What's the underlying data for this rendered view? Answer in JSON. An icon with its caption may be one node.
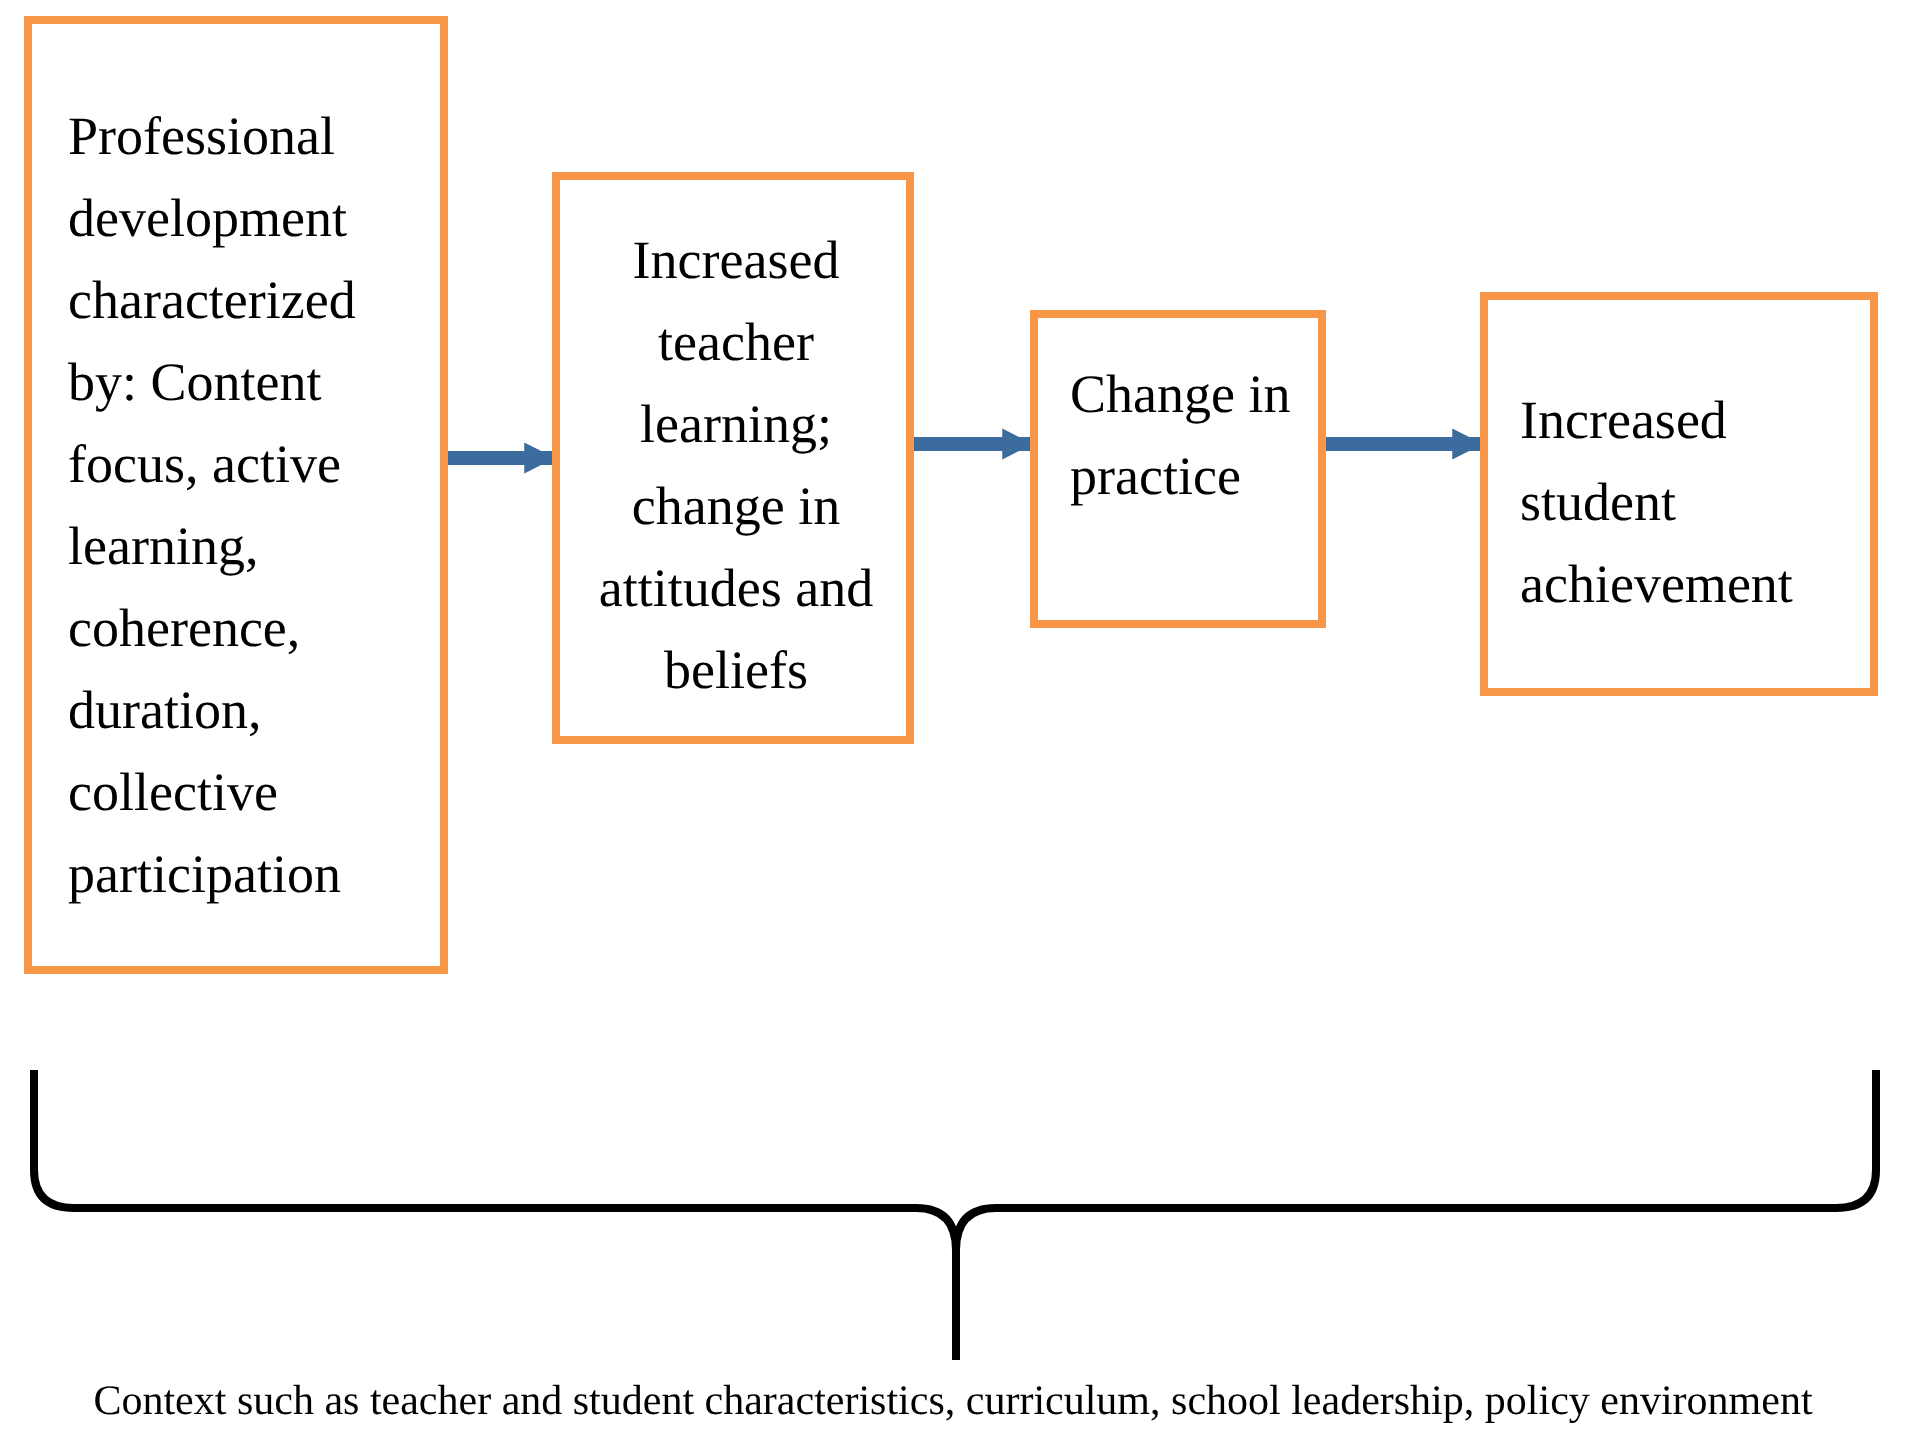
{
  "diagram": {
    "nodes": [
      {
        "text": [
          "Professional development characterized by: Content focus, active learning, coherence, duration, collective participation"
        ]
      },
      {
        "text": [
          "Increased teacher learning; change in attitudes and beliefs"
        ]
      },
      {
        "text": [
          "Change in practice"
        ]
      },
      {
        "text": [
          "Increased student achievement"
        ]
      }
    ],
    "edges": [
      {
        "from": 0,
        "to": 1,
        "arrow": "to"
      },
      {
        "from": 1,
        "to": 2,
        "arrow": "to"
      },
      {
        "from": 2,
        "to": 3,
        "arrow": "to"
      }
    ],
    "labels": [
      "Context such as teacher and student characteristics, curriculum, school leadership, policy environment"
    ]
  }
}
